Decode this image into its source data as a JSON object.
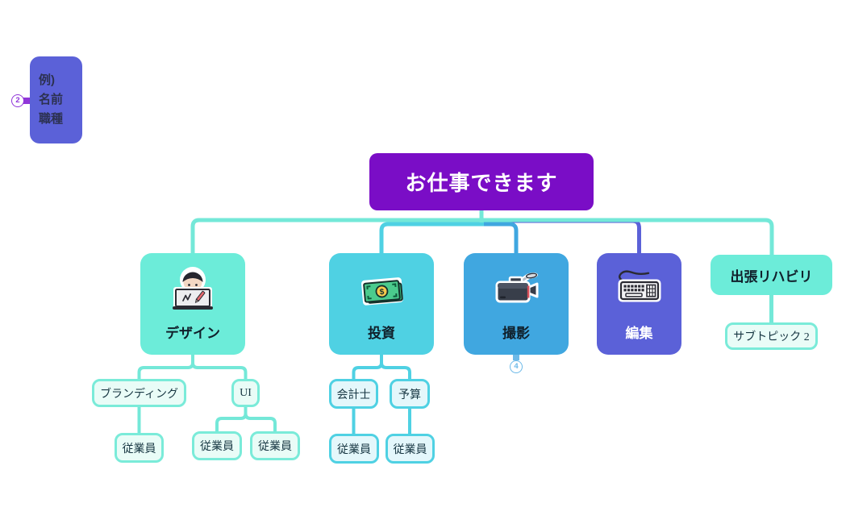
{
  "colors": {
    "mint": "#6cecd9",
    "mint-line": "#74e8d8",
    "mint-border": "#7aebd9",
    "mint-light": "#e9fcf7",
    "cyan": "#4fd1e3",
    "cyan-light": "#e4f7fb",
    "blue": "#40a7e0",
    "indigo": "#5b61d8",
    "title-purple": "#7a0dc6",
    "marker-purple": "#9036d9",
    "marker-blue": "#6cb9e8",
    "dark-text": "#10202b",
    "chip-text": "#173642",
    "example-text": "#2c3150"
  },
  "example_card": {
    "marker": "2",
    "line1": "例)",
    "line2": "名前",
    "line3": "職種"
  },
  "root": {
    "label": "お仕事できます"
  },
  "branches": {
    "design": {
      "label": "デザイン",
      "icon": "person-laptop-drawing-icon"
    },
    "invest": {
      "label": "投資",
      "icon": "money-bills-icon"
    },
    "film": {
      "label": "撮影",
      "icon": "video-camera-icon",
      "marker": "4"
    },
    "edit": {
      "label": "編集",
      "icon": "keyboard-icon"
    },
    "rehab": {
      "label": "出張リハビリ"
    }
  },
  "subtopics": {
    "branding": "ブランディング",
    "ui": "UI",
    "accountant": "会計士",
    "budget": "予算",
    "employee": "従業員",
    "subtopic2": "サブトピック 2"
  },
  "icons": {
    "dollar_glyph": "$"
  }
}
